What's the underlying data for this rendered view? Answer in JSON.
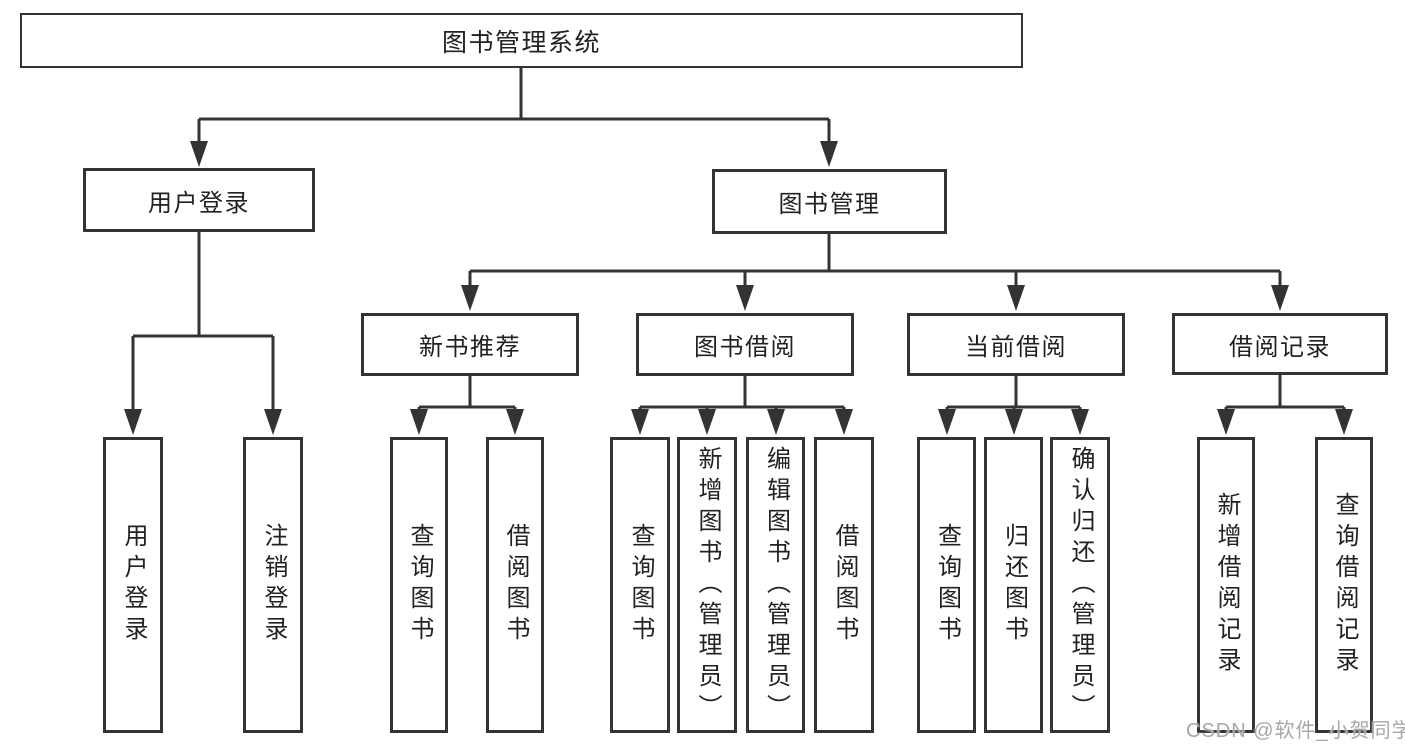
{
  "diagram_type": "hierarchy-tree",
  "colors": {
    "line": "#333333",
    "box_border": "#333333",
    "box_background": "#ffffff",
    "text": "#222222",
    "watermark": "#a5a8ab"
  },
  "tree": {
    "label": "图书管理系统",
    "children": [
      {
        "label": "用户登录",
        "children": [
          {
            "label": "用户登录"
          },
          {
            "label": "注销登录"
          }
        ]
      },
      {
        "label": "图书管理",
        "children": [
          {
            "label": "新书推荐",
            "children": [
              {
                "label": "查询图书"
              },
              {
                "label": "借阅图书"
              }
            ]
          },
          {
            "label": "图书借阅",
            "children": [
              {
                "label": "查询图书"
              },
              {
                "label": "新增图书（管理员）"
              },
              {
                "label": "编辑图书（管理员）"
              },
              {
                "label": "借阅图书"
              }
            ]
          },
          {
            "label": "当前借阅",
            "children": [
              {
                "label": "查询图书"
              },
              {
                "label": "归还图书"
              },
              {
                "label": "确认归还（管理员）"
              }
            ]
          },
          {
            "label": "借阅记录",
            "children": [
              {
                "label": "新增借阅记录"
              },
              {
                "label": "查询借阅记录"
              }
            ]
          }
        ]
      }
    ]
  },
  "watermark": {
    "text": "CSDN @软件_小贺同学"
  }
}
